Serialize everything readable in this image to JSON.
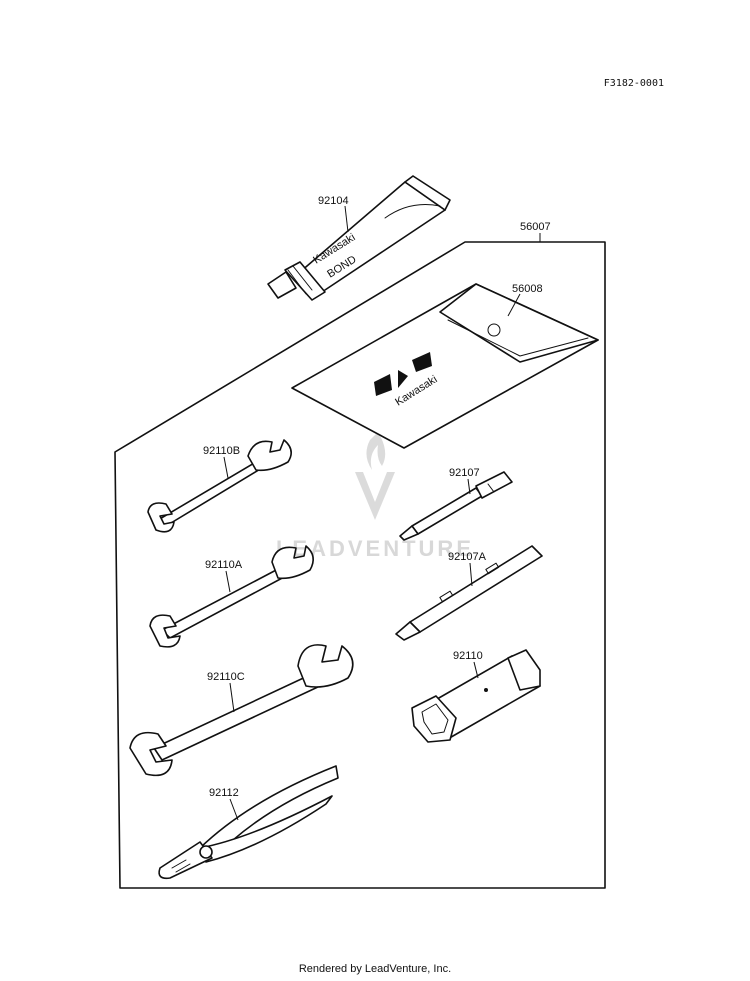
{
  "figure_code": "F3182-0001",
  "footer": "Rendered by LeadVenture, Inc.",
  "watermark": "LEADVENTURE",
  "tube_text": {
    "line1": "Kawasaki",
    "line2": "BOND"
  },
  "case_brand": "Kawasaki",
  "parts": {
    "p92104": "92104",
    "p56007": "56007",
    "p56008": "56008",
    "p92110B": "92110B",
    "p92107": "92107",
    "p92110A": "92110A",
    "p92107A": "92107A",
    "p92110": "92110",
    "p92110C": "92110C",
    "p92112": "92112"
  }
}
